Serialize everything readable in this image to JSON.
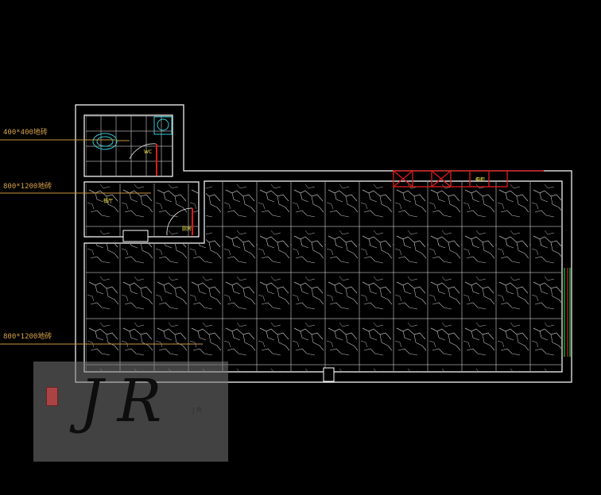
{
  "annotations": {
    "bathroom_floor": "400*400地砖",
    "upper_floor": "800*1200地砖",
    "lower_floor": "800*1200地砖"
  },
  "rooms": {
    "wc": "WC",
    "dining": "餐厅",
    "kitchen": "厨房",
    "cabinet": "橱柜"
  },
  "watermark": {
    "letters": "JR",
    "small": "J R",
    "colors": {
      "panel": "#787878",
      "seal": "#aa4444"
    }
  },
  "colors": {
    "wall": "#ffffff",
    "tile_grid": "#cfcfcf",
    "marble_vein": "#bdbdbd",
    "leader": "#c9953f",
    "cabinet": "#e01b1b",
    "fixture": "#35c9d6",
    "window": "#21c43a",
    "label": "#f2e54a"
  }
}
